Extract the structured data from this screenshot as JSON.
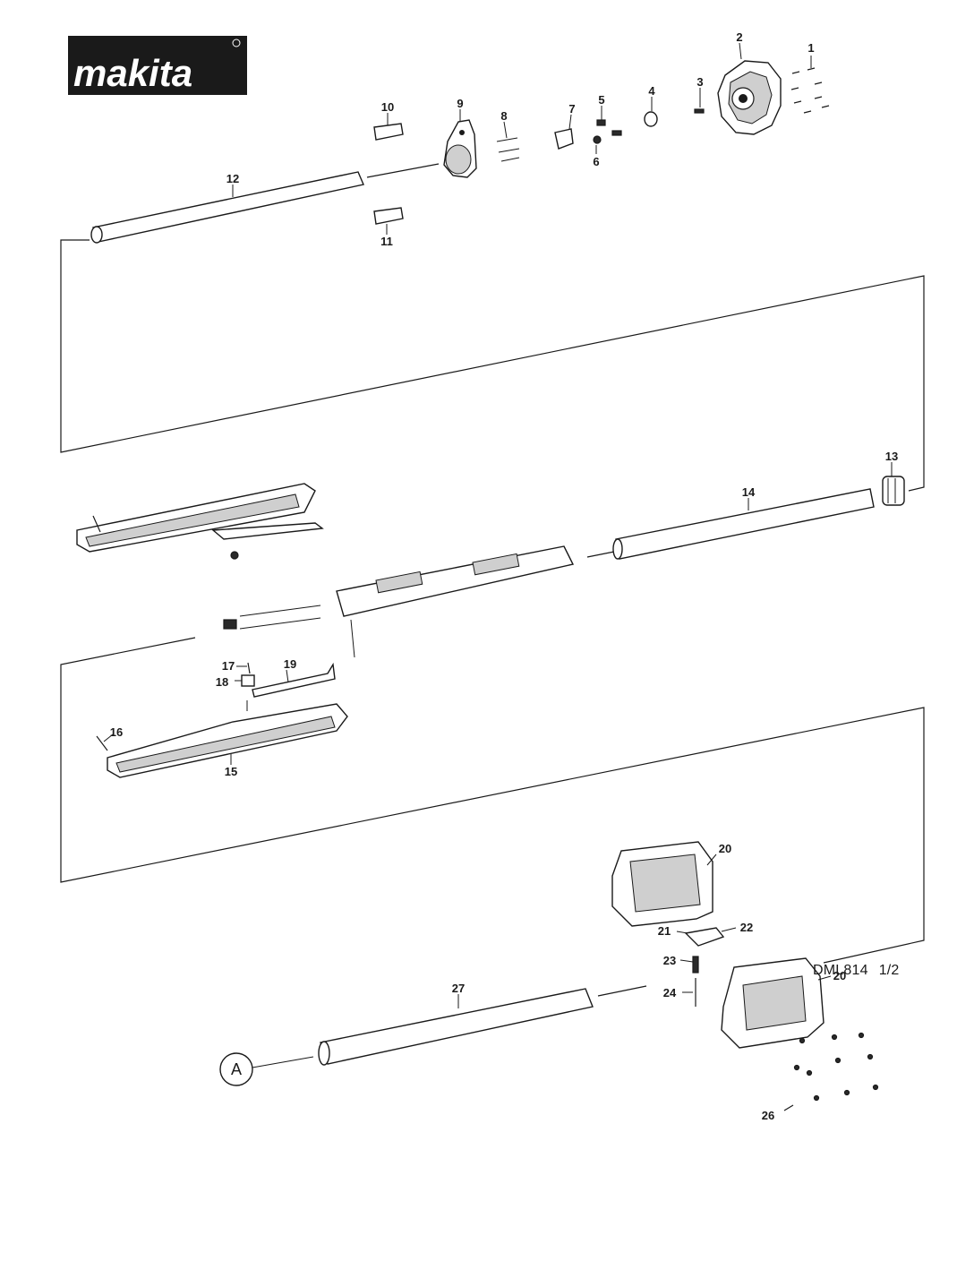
{
  "brand": {
    "logo_text": "makita"
  },
  "reference_marker": "A",
  "callouts": [
    {
      "id": "c1",
      "label": "1"
    },
    {
      "id": "c2",
      "label": "2"
    },
    {
      "id": "c3",
      "label": "3"
    },
    {
      "id": "c4",
      "label": "4"
    },
    {
      "id": "c5",
      "label": "5"
    },
    {
      "id": "c6",
      "label": "6"
    },
    {
      "id": "c7",
      "label": "7"
    },
    {
      "id": "c8",
      "label": "8"
    },
    {
      "id": "c9",
      "label": "9"
    },
    {
      "id": "c10",
      "label": "10"
    },
    {
      "id": "c11",
      "label": "11"
    },
    {
      "id": "c12",
      "label": "12"
    },
    {
      "id": "c13",
      "label": "13"
    },
    {
      "id": "c14",
      "label": "14"
    },
    {
      "id": "c15",
      "label": "15"
    },
    {
      "id": "c16",
      "label": "16"
    },
    {
      "id": "c17",
      "label": "17"
    },
    {
      "id": "c18",
      "label": "18"
    },
    {
      "id": "c19",
      "label": "19"
    },
    {
      "id": "c20a",
      "label": "20"
    },
    {
      "id": "c20b",
      "label": "20"
    },
    {
      "id": "c21",
      "label": "21"
    },
    {
      "id": "c22",
      "label": "22"
    },
    {
      "id": "c23",
      "label": "23"
    },
    {
      "id": "c24",
      "label": "24"
    },
    {
      "id": "c26",
      "label": "26"
    },
    {
      "id": "c27",
      "label": "27"
    }
  ],
  "footer": {
    "model": "DML814",
    "page": "1/2"
  }
}
